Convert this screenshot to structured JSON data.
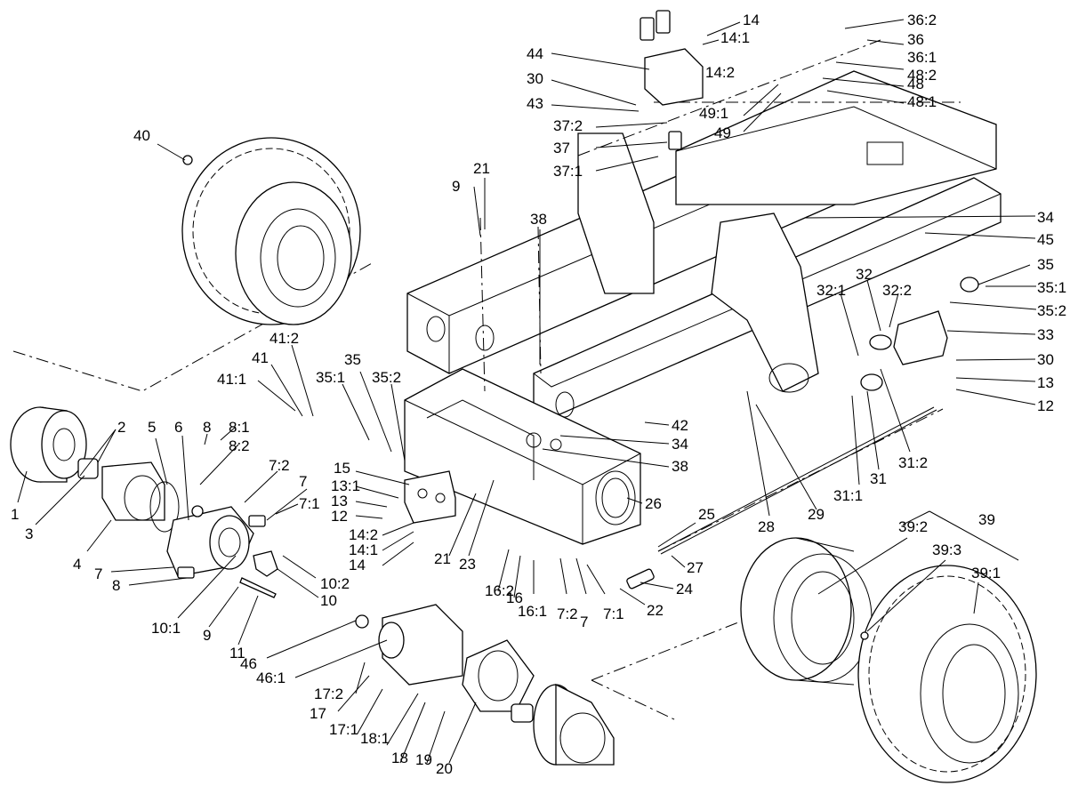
{
  "labels": [
    {
      "text": "40"
    },
    {
      "text": "14"
    },
    {
      "text": "14:1"
    },
    {
      "text": "44"
    },
    {
      "text": "14:2"
    },
    {
      "text": "30"
    },
    {
      "text": "43"
    },
    {
      "text": "37:2"
    },
    {
      "text": "37"
    },
    {
      "text": "37:1"
    },
    {
      "text": "36:2"
    },
    {
      "text": "36"
    },
    {
      "text": "36:1"
    },
    {
      "text": "48:2"
    },
    {
      "text": "48"
    },
    {
      "text": "48:1"
    },
    {
      "text": "49:1"
    },
    {
      "text": "49"
    },
    {
      "text": "21"
    },
    {
      "text": "9"
    },
    {
      "text": "38"
    },
    {
      "text": "34"
    },
    {
      "text": "45"
    },
    {
      "text": "35"
    },
    {
      "text": "35:1"
    },
    {
      "text": "35:2"
    },
    {
      "text": "32"
    },
    {
      "text": "32:1"
    },
    {
      "text": "32:2"
    },
    {
      "text": "33"
    },
    {
      "text": "30"
    },
    {
      "text": "13"
    },
    {
      "text": "12"
    },
    {
      "text": "41:2"
    },
    {
      "text": "41"
    },
    {
      "text": "41:1"
    },
    {
      "text": "35"
    },
    {
      "text": "35:1"
    },
    {
      "text": "35:2"
    },
    {
      "text": "42"
    },
    {
      "text": "34"
    },
    {
      "text": "38"
    },
    {
      "text": "26"
    },
    {
      "text": "25"
    },
    {
      "text": "27"
    },
    {
      "text": "24"
    },
    {
      "text": "22"
    },
    {
      "text": "28"
    },
    {
      "text": "29"
    },
    {
      "text": "31:1"
    },
    {
      "text": "31"
    },
    {
      "text": "31:2"
    },
    {
      "text": "2"
    },
    {
      "text": "5"
    },
    {
      "text": "6"
    },
    {
      "text": "8"
    },
    {
      "text": "8:1"
    },
    {
      "text": "8:2"
    },
    {
      "text": "7:2"
    },
    {
      "text": "7"
    },
    {
      "text": "7:1"
    },
    {
      "text": "15"
    },
    {
      "text": "13:1"
    },
    {
      "text": "13"
    },
    {
      "text": "12"
    },
    {
      "text": "14:2"
    },
    {
      "text": "14:1"
    },
    {
      "text": "14"
    },
    {
      "text": "21"
    },
    {
      "text": "23"
    },
    {
      "text": "16:2"
    },
    {
      "text": "16"
    },
    {
      "text": "16:1"
    },
    {
      "text": "7:2"
    },
    {
      "text": "7"
    },
    {
      "text": "7:1"
    },
    {
      "text": "1"
    },
    {
      "text": "3"
    },
    {
      "text": "4"
    },
    {
      "text": "7"
    },
    {
      "text": "8"
    },
    {
      "text": "10:2"
    },
    {
      "text": "10"
    },
    {
      "text": "10:1"
    },
    {
      "text": "9"
    },
    {
      "text": "11"
    },
    {
      "text": "46"
    },
    {
      "text": "46:1"
    },
    {
      "text": "17:2"
    },
    {
      "text": "17"
    },
    {
      "text": "17:1"
    },
    {
      "text": "18:1"
    },
    {
      "text": "18"
    },
    {
      "text": "19"
    },
    {
      "text": "20"
    },
    {
      "text": "39"
    },
    {
      "text": "39:2"
    },
    {
      "text": "39:3"
    },
    {
      "text": "39:1"
    }
  ]
}
